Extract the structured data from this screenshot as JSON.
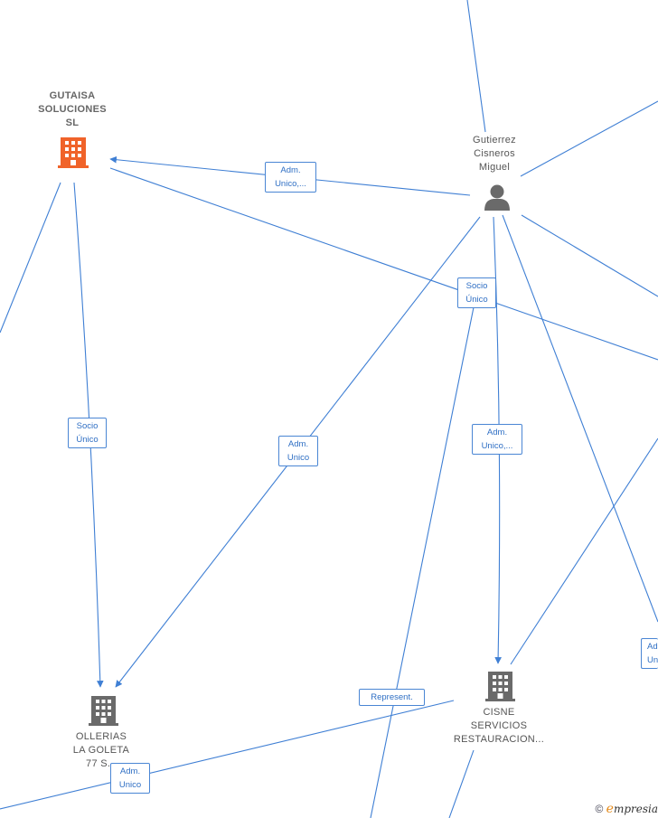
{
  "nodes": {
    "gutaisa": {
      "label_lines": [
        "GUTAISA",
        "SOLUCIONES",
        "SL"
      ],
      "icon": "building-icon",
      "color": "#f0632a"
    },
    "gutierrez": {
      "label_lines": [
        "Gutierrez",
        "Cisneros",
        "Miguel"
      ],
      "icon": "person-icon",
      "color": "#6a6a6a"
    },
    "ollerias": {
      "label_lines": [
        "OLLERIAS",
        "LA GOLETA",
        "77 S..."
      ],
      "icon": "building-icon",
      "color": "#6a6a6a"
    },
    "cisne": {
      "label_lines": [
        "CISNE",
        "SERVICIOS",
        "RESTAURACION..."
      ],
      "icon": "building-icon",
      "color": "#6a6a6a"
    }
  },
  "edge_labels": {
    "adm_gutaisa": [
      "Adm.",
      "Unico,..."
    ],
    "socio_gutaisa_ollerias": [
      "Socio",
      "Único"
    ],
    "socio_gutierrez": [
      "Socio",
      "Único"
    ],
    "adm_ollerias": [
      "Adm.",
      "Unico"
    ],
    "adm_cisne": [
      "Adm.",
      "Unico,..."
    ],
    "represent": [
      "Represent."
    ],
    "adm_bottom": [
      "Adm.",
      "Unico"
    ],
    "adm_right": [
      "Ad",
      "Un"
    ]
  },
  "footer": {
    "copyright": "©",
    "brand_first": "e",
    "brand_rest": "mpresia"
  },
  "colors": {
    "edge": "#3f7fd4",
    "label_border": "#4a86d4",
    "label_text": "#2f6fc4"
  }
}
